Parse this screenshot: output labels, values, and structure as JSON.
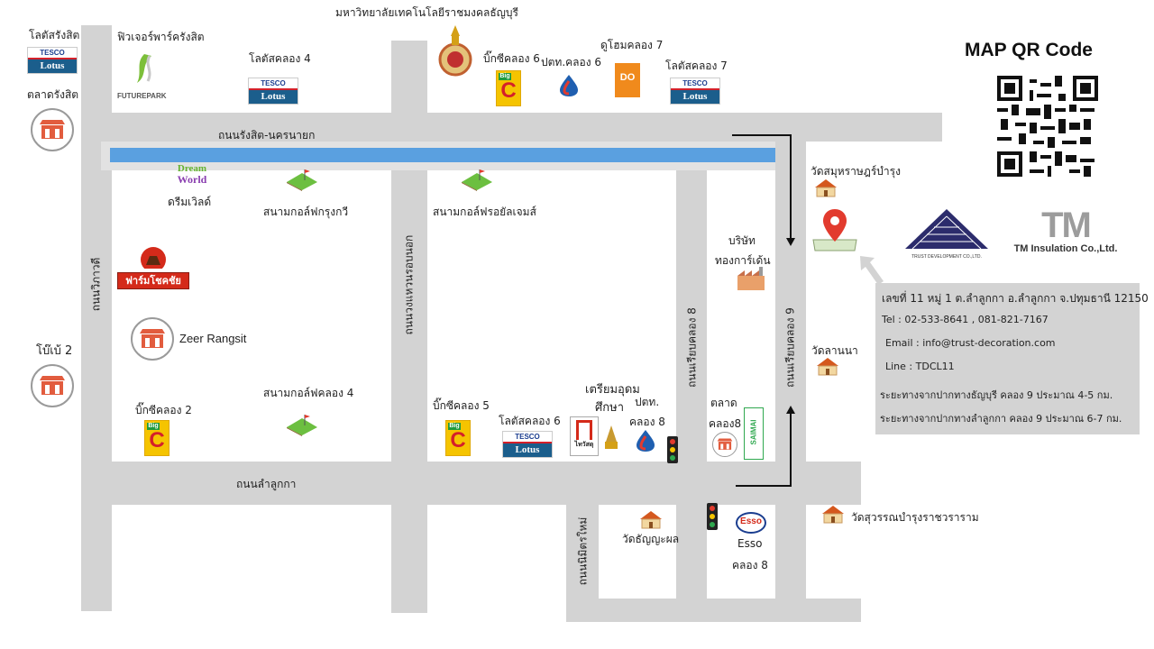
{
  "university": "มหาวิทยาลัยเทคโนโลยีราชมงคลธัญบุรี",
  "qr_title": "MAP QR Code",
  "roads": {
    "rangsit_nakhonnayok": "ถนนรังสิต-นครนายก",
    "wiphawadi": "ถนนวิภาวดี",
    "outer_ring": "ถนนวงแหวนรอบนอก",
    "lam_luk_ka": "ถนนลำลูกกา",
    "khlong8": "ถนนเรียบคลอง 8",
    "khlong9": "ถนนเรียบคลอง 9",
    "nimit_mai": "ถนนนิมิตรใหม่"
  },
  "places": {
    "lotus_rangsit": "โลตัสรังสิต",
    "talad_rangsit": "ตลาดรังสิต",
    "future_park": "ฟิวเจอร์พาร์ครังสิต",
    "lotus_k4": "โลตัสคลอง 4",
    "bigc_k6": "บิ๊กซีคลอง 6",
    "ptt_k6": "ปตท.คลอง 6",
    "dohome_k7": "ดูโฮมคลอง 7",
    "lotus_k7": "โลตัสคลอง 7",
    "dreamworld": "ดรีมเวิลด์",
    "golf_krungkavee": "สนามกอล์ฟกรุงกวี",
    "golf_royal_gems": "สนามกอล์ฟรอยัลเจมส์",
    "zeer": "Zeer Rangsit",
    "bobae2": "โบ๊เบ้ 2",
    "bigc_k2": "บิ๊กซีคลอง 2",
    "golf_k4": "สนามกอล์ฟคลอง 4",
    "bigc_k5": "บิ๊กซีคลอง 5",
    "lotus_k6": "โลตัสคลอง 6",
    "triam_1": "เตรียมอุดม",
    "triam_2": "ศึกษา",
    "ptt_k8_1": "ปตท.",
    "ptt_k8_2": "คลอง 8",
    "talad_k8_1": "ตลาด",
    "talad_k8_2": "คลอง8",
    "company_1": "บริษัท",
    "company_2": "ทองการ์เด้น",
    "wat_samakhom": "วัดสมุหราษฎร์บำรุง",
    "wat_lanna": "วัดลานนา",
    "wat_thanya": "วัดธัญญะผล",
    "wat_suwan": "วัดสุวรรณบำรุงราชวราราม",
    "esso_1": "Esso",
    "esso_2": "คลอง 8"
  },
  "logos": {
    "tesco": "TESCO",
    "lotus": "Lotus",
    "bigc": "Big",
    "future_park": "FUTUREPARK",
    "dream_1": "Dream",
    "dream_2": "World",
    "farm": "ฟาร์มโชคชัย",
    "trust": "TRUST DEVELOPMENT CO.,LTD.",
    "tm_mark": "TM",
    "tm_name": "TM Insulation Co.,Ltd.",
    "esso": "Esso",
    "dohome": "DO",
    "saimai": "SAIMAI",
    "triam_logo": "ไทวัสดุ"
  },
  "info": {
    "address": "เลขที่ 11 หมู่ 1 ต.ลำลูกกา อ.ลำลูกกา จ.ปทุมธานี 12150",
    "tel": "Tel : 02-533-8641 , 081-821-7167",
    "email": "Email : info@trust-decoration.com",
    "line": "Line : TDCL11",
    "dist1": "ระยะทางจากปากทางธัญบุรี คลอง 9 ประมาณ  4-5 กม.",
    "dist2": "ระยะทางจากปากทางลำลูกกา คลอง 9 ประมาณ  6-7 กม."
  },
  "colors": {
    "road": "#d3d3d3",
    "canal": "#5aa0e0",
    "pin": "#e23b2e"
  }
}
